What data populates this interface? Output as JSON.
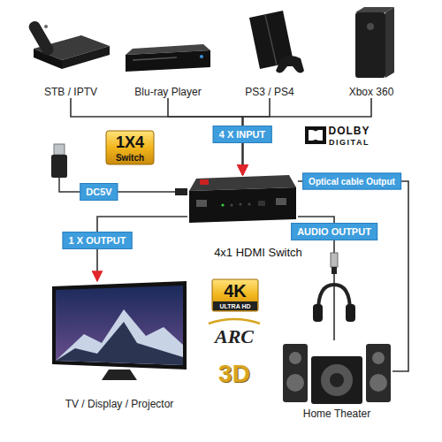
{
  "diagram": {
    "nodes": [
      {
        "text": [
          "STB / IPTV"
        ]
      },
      {
        "text": [
          "Blu-ray Player"
        ]
      },
      {
        "text": [
          "PS3 / PS4"
        ]
      },
      {
        "text": [
          "Xbox 360"
        ]
      },
      {
        "text": [
          "4x1 HDMI Switch"
        ]
      },
      {
        "text": [
          "TV / Display / Projector"
        ]
      },
      {
        "text": [
          "Home Theater"
        ]
      }
    ],
    "edges": [
      {
        "from": 0,
        "to": 4,
        "arrow": "to"
      },
      {
        "from": 1,
        "to": 4,
        "arrow": "to"
      },
      {
        "from": 2,
        "to": 4,
        "arrow": "to"
      },
      {
        "from": 3,
        "to": 4,
        "arrow": "to"
      },
      {
        "from": 4,
        "to": 5,
        "label": "1 X OUTPUT",
        "arrow": "to"
      },
      {
        "from": 4,
        "to": 6,
        "label": "Optical cable Output",
        "arrow": "none"
      },
      {
        "from": 4,
        "to": 6,
        "label": "AUDIO OUTPUT",
        "arrow": "none"
      }
    ],
    "labels": [
      "4 X INPUT",
      "1X4",
      "Switch",
      "DC5V",
      "DOLBY",
      "DIGITAL",
      "4K",
      "ULTRA HD",
      "ARC",
      "3D"
    ]
  }
}
